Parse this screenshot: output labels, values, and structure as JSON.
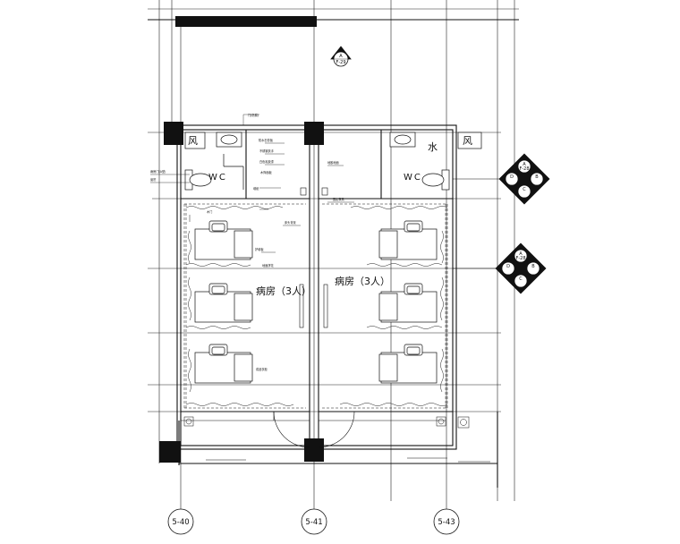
{
  "drawing": {
    "rooms": [
      {
        "label": "病房（3人）",
        "id": "left"
      },
      {
        "label": "病房（3人）",
        "id": "right"
      }
    ],
    "wc_labels": [
      "WC",
      "WC"
    ],
    "fixture_labels": {
      "fan_left": "风",
      "fan_right": "风",
      "water": "水"
    },
    "axis_labels": [
      "5-40",
      "5-41",
      "5-43"
    ],
    "elevation_tags": {
      "top": {
        "letter": "A",
        "sheet": "F-29"
      },
      "sym1": {
        "n": "A",
        "e": "B",
        "s": "C",
        "w": "D",
        "sheet": "F-28"
      },
      "sym2": {
        "n": "A",
        "e": "B",
        "s": "C",
        "w": "D",
        "sheet": "F-28"
      }
    },
    "annotations": [
      "门(防腐)",
      "防水石膏板",
      "不锈钢扶手",
      "白色乳胶漆",
      "木饰面板",
      "地胶地面",
      "墙纸",
      "木门",
      "床头背景",
      "固定家具",
      "护墙板",
      "地面拼花",
      "成品衣柜",
      "病房门(A型)",
      "窗帘"
    ]
  }
}
